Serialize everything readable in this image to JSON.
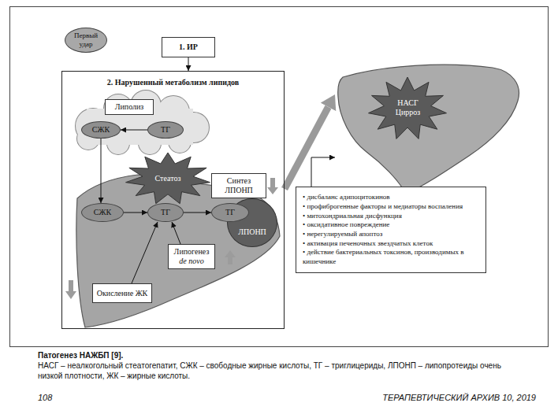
{
  "diagram": {
    "title": "Патогенез НАЖБП [9].",
    "caption": "НАСГ – неалкогольный стеатогепатит, СЖК – свободные жирные кислоты, ТГ – триглицериды, ЛПОНП – липопротеиды очень низкой плотности, ЖК – жирные кислоты.",
    "nodes": [
      {
        "text": [
          "Первый удар"
        ]
      },
      {
        "text": [
          "1. ИР"
        ]
      },
      {
        "text": [
          "2. Нарушенный метаболизм липидов"
        ]
      },
      {
        "text": [
          "Липолиз"
        ],
        "in": 2
      },
      {
        "text": [
          "СЖК"
        ],
        "in": 2
      },
      {
        "text": [
          "ТГ"
        ],
        "in": 2
      },
      {
        "text": [
          "Стеатоз"
        ],
        "in": 2
      },
      {
        "text": [
          "Синтез ЛПОНП"
        ],
        "in": 2
      },
      {
        "text": [
          "СЖК"
        ],
        "in": 2
      },
      {
        "text": [
          "ТГ"
        ],
        "in": 2
      },
      {
        "text": [
          "ТГ"
        ],
        "in": 2
      },
      {
        "text": [
          "ЛПОНП"
        ],
        "in": 2
      },
      {
        "text": [
          "Липогенез",
          "de novo"
        ],
        "in": 2
      },
      {
        "text": [
          "Окисление ЖК"
        ],
        "in": 2
      },
      {
        "text": [
          "НАСГ Цирроз"
        ]
      },
      {
        "text": [
          "• дисбаланс адипоцитокинов",
          "• профиброгенные факторы и медиаторы воспаления",
          "• митохондриальная дисфункция",
          "• оксидативное повреждение",
          "• нерегулируемый апоптоз",
          "• активация печеночных звездчатых клеток",
          "• действие бактериальных токсинов, производимых в кишечнике"
        ]
      }
    ],
    "edges": [
      {
        "from": 1,
        "to": 2,
        "arrow": "to"
      },
      {
        "from": 5,
        "to": 4,
        "arrow": "to"
      },
      {
        "from": 4,
        "to": 8,
        "arrow": "to"
      },
      {
        "from": 8,
        "to": 9,
        "arrow": "to"
      },
      {
        "from": 9,
        "to": 10,
        "arrow": "to"
      },
      {
        "from": 12,
        "to": 9,
        "arrow": "to"
      },
      {
        "from": 13,
        "to": 9,
        "arrow": "to"
      },
      {
        "from": 2,
        "to": 14,
        "arrow": "to"
      },
      {
        "from": 15,
        "to": 14,
        "arrow": "to"
      }
    ],
    "labels": [
      "108",
      "ТЕРАПЕВТИЧЕСКИЙ АРХИВ 10, 2019"
    ]
  }
}
